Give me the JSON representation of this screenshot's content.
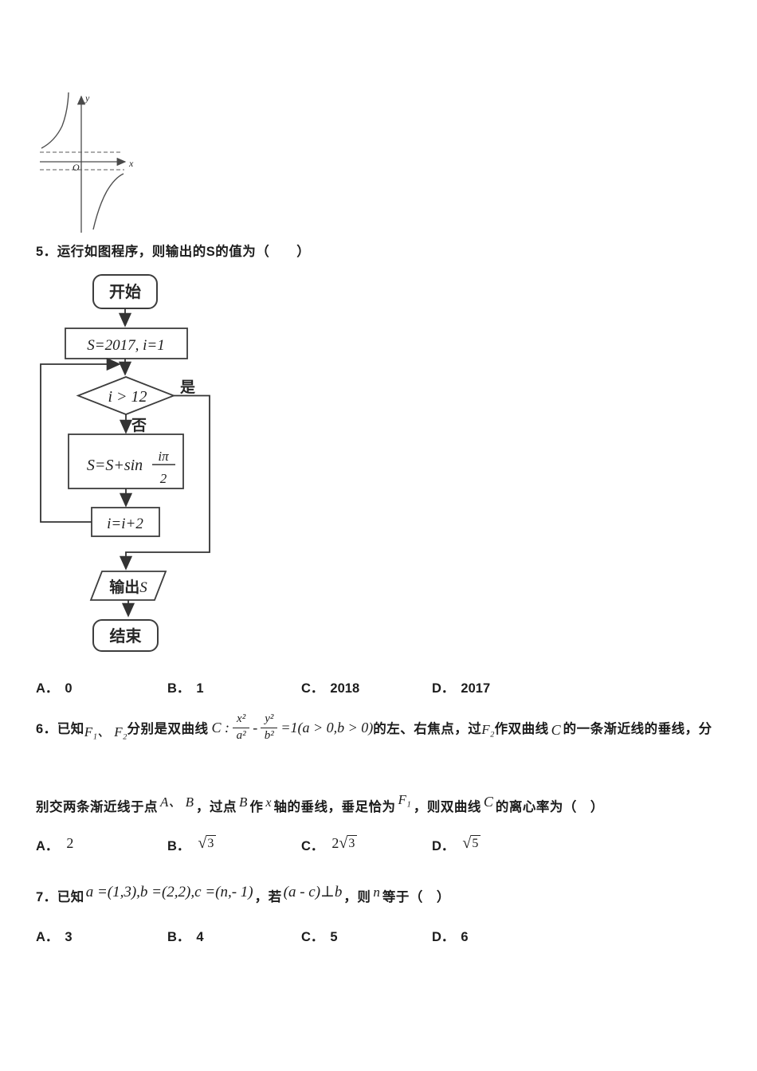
{
  "graph": {
    "y_label": "y",
    "x_label": "x",
    "origin_label": "O"
  },
  "q5": {
    "number": "5．",
    "text": "运行如图程序，则输出的S的值为（　　）",
    "flowchart": {
      "start": "开始",
      "init": "S=2017, i=1",
      "cond": "i > 12",
      "yes": "是",
      "no": "否",
      "body_prefix": "S=S+sin",
      "body_frac_num": "iπ",
      "body_frac_den": "2",
      "incr": "i=i+2",
      "output_cn": "输出",
      "output_var": "S",
      "end": "结束"
    },
    "options": [
      {
        "label": "A．",
        "value": "0"
      },
      {
        "label": "B．",
        "value": "1"
      },
      {
        "label": "C．",
        "value": "2018"
      },
      {
        "label": "D．",
        "value": "2017"
      }
    ]
  },
  "q6": {
    "number": "6．",
    "intro": "已知",
    "foci": "F₁、 F₂",
    "intro2": "分别是双曲线",
    "curve_label": "C :",
    "frac1_num": "x²",
    "frac1_den": "a²",
    "minus": "-",
    "frac2_num": "y²",
    "frac2_den": "b²",
    "eq_tail": "=1(a > 0,b > 0)",
    "after1": "的左、右焦点，过",
    "focus2": "F₂",
    "after2": "作双曲线",
    "curve2": "C",
    "after3": "的一条渐近线的垂线，分",
    "line2a": "别交两条渐近线于点",
    "pointsAB": "A、 B",
    "line2b": "，过点",
    "pointB": "B",
    "line2c": "作",
    "varx": "x",
    "line2d": "轴的垂线，垂足恰为",
    "focus1": "F₁",
    "line2e": "，则双曲线",
    "curve3": "C",
    "line2f": "的离心率为（　）",
    "radical": "√",
    "options": [
      {
        "label": "A．",
        "value": "2"
      },
      {
        "label": "B．",
        "rad": "3"
      },
      {
        "label": "C．",
        "coef": "2",
        "rad": "3"
      },
      {
        "label": "D．",
        "rad": "5"
      }
    ]
  },
  "q7": {
    "number": "7．",
    "intro": "已知",
    "vectors": "a =(1,3),b =(2,2),c =(n,- 1)",
    "mid1": "，若",
    "perp": "(a - c)⊥b",
    "mid2": "，则",
    "varn": "n",
    "tail": "等于（　）",
    "options": [
      {
        "label": "A．",
        "value": "3"
      },
      {
        "label": "B．",
        "value": "4"
      },
      {
        "label": "C．",
        "value": "5"
      },
      {
        "label": "D．",
        "value": "6"
      }
    ]
  }
}
